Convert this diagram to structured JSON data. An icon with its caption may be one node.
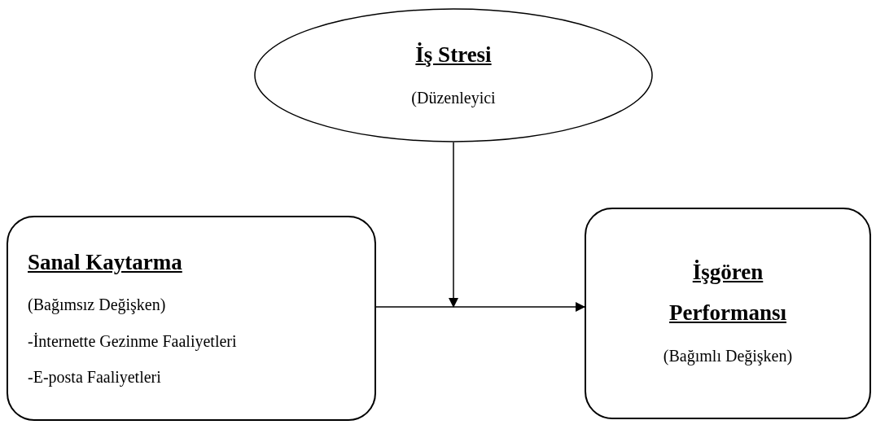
{
  "diagram": {
    "nodes": [
      {
        "text": [
          "İş Stresi",
          "(Düzenleyici"
        ]
      },
      {
        "text": [
          "Sanal Kaytarma",
          "(Bağımsız Değişken)",
          "-İnternette Gezinme Faaliyetleri",
          "-E-posta Faaliyetleri"
        ]
      },
      {
        "text": [
          "İşgören Performansı",
          "(Bağımlı Değişken)"
        ]
      }
    ],
    "edges": [
      {
        "from": 1,
        "to": 2,
        "arrow": "to"
      },
      {
        "from": 0,
        "to": null,
        "arrow": "to"
      }
    ]
  }
}
